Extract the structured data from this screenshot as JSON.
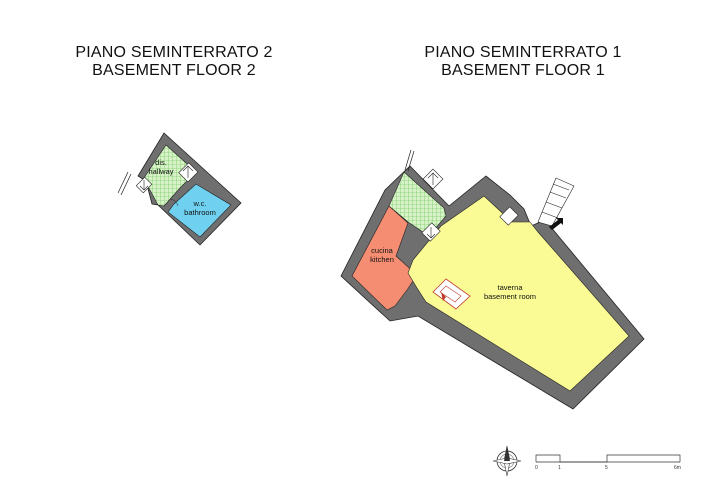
{
  "floor2": {
    "title_it": "PIANO SEMINTERRATO 2",
    "title_en": "BASEMENT FLOOR 2",
    "rooms": {
      "hallway": {
        "it": "dis.",
        "en": "hallway",
        "color": "#c6ecb4"
      },
      "bathroom": {
        "it": "w.c.",
        "en": "bathroom",
        "color": "#6fd0ef"
      }
    }
  },
  "floor1": {
    "title_it": "PIANO SEMINTERRATO 1",
    "title_en": "BASEMENT FLOOR 1",
    "rooms": {
      "kitchen": {
        "it": "cucina",
        "en": "kitchen",
        "color": "#f58d72"
      },
      "storage": {
        "color": "#c6ecb4"
      },
      "taverna": {
        "it": "taverna",
        "en": "basement room",
        "color": "#fbfb96"
      }
    }
  },
  "colors": {
    "wall": "#6f6f6f",
    "outline": "#222222"
  },
  "scale_bar": {
    "labels": [
      "0",
      "1",
      "5",
      "6m"
    ]
  },
  "icons": {
    "compass": "compass-icon",
    "entrance": "entrance-arrow-icon"
  }
}
